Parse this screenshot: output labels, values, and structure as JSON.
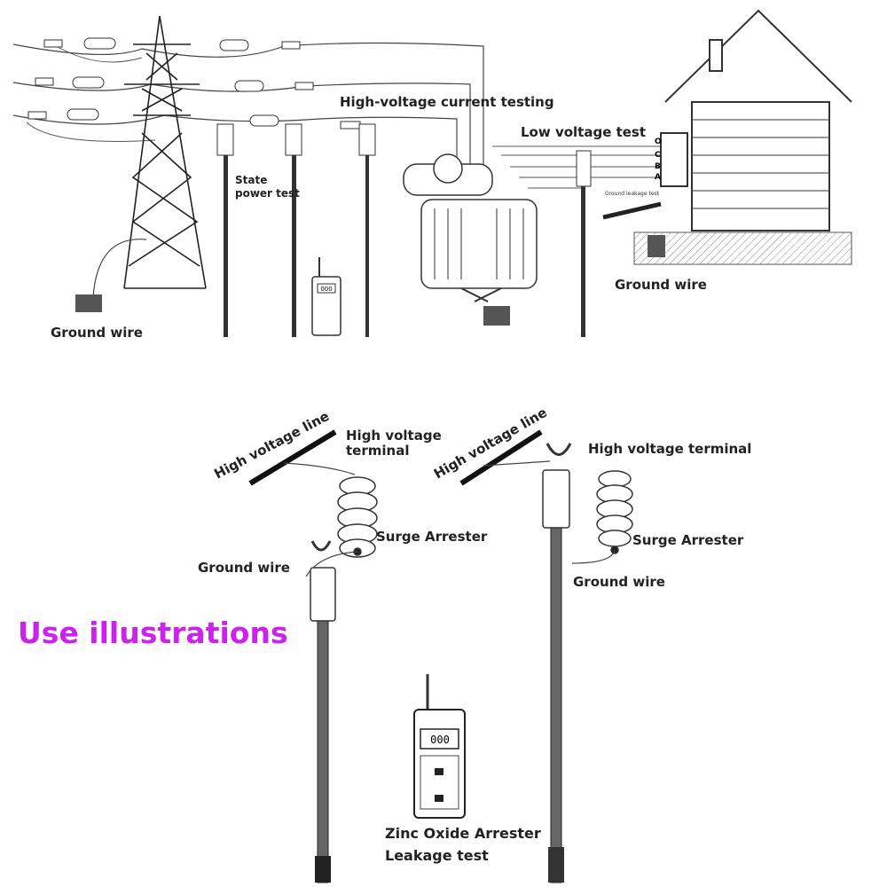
{
  "top_diagram": {
    "labels": {
      "high_voltage_current_testing": "High-voltage current testing",
      "low_voltage_test": "Low voltage test",
      "state_power_test_line1": "State",
      "state_power_test_line2": "power test",
      "ground_leakage_test": "Ground leakage test",
      "ground_wire_left": "Ground wire",
      "ground_wire_right": "Ground wire"
    },
    "meter_display": "000",
    "box_phase_letters": [
      "O",
      "C",
      "B",
      "A"
    ]
  },
  "left_diagram": {
    "high_voltage_line": "High voltage line",
    "high_voltage_terminal_line1": "High voltage",
    "high_voltage_terminal_line2": "terminal",
    "surge_arrester": "Surge Arrester",
    "ground_wire": "Ground wire"
  },
  "right_diagram": {
    "high_voltage_line": "High voltage line",
    "high_voltage_terminal": "High voltage terminal",
    "surge_arrester": "Surge Arrester",
    "ground_wire": "Ground wire"
  },
  "meter": {
    "display": "000",
    "caption_line1": "Zinc Oxide Arrester",
    "caption_line2": "Leakage test"
  },
  "title": "Use illustrations",
  "colors": {
    "title": "#cc22ee"
  }
}
